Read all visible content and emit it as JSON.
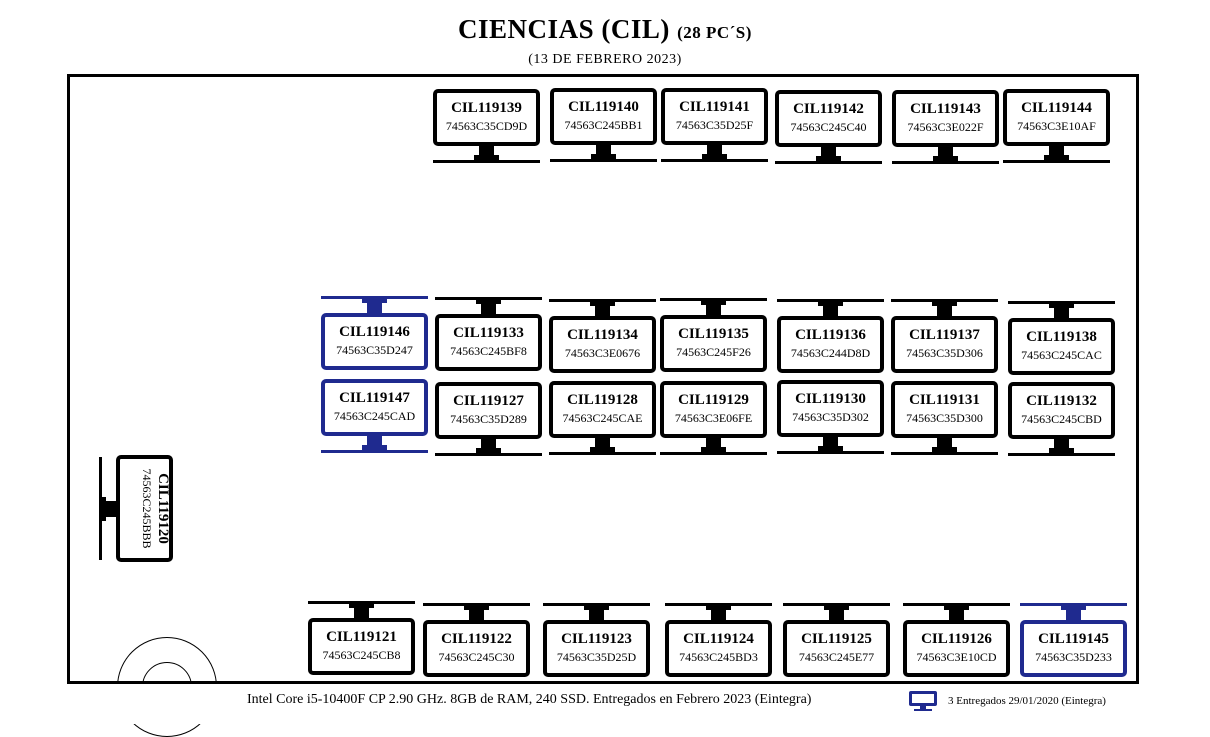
{
  "header": {
    "title": "CIENCIAS (CIL)",
    "title_suffix": "(28 PC´S)",
    "date": "(13 DE FEBRERO 2023)"
  },
  "colors": {
    "standard": "#000000",
    "older": "#1f2a8f"
  },
  "computers": [
    {
      "id": "CIL119139",
      "mac": "74563C35CD9D",
      "orientation": "screen-top"
    },
    {
      "id": "CIL119140",
      "mac": "74563C245BB1",
      "orientation": "screen-top"
    },
    {
      "id": "CIL119141",
      "mac": "74563C35D25F",
      "orientation": "screen-top"
    },
    {
      "id": "CIL119142",
      "mac": "74563C245C40",
      "orientation": "screen-top"
    },
    {
      "id": "CIL119143",
      "mac": "74563C3E022F",
      "orientation": "screen-top"
    },
    {
      "id": "CIL119144",
      "mac": "74563C3E10AF",
      "orientation": "screen-top"
    },
    {
      "id": "CIL119146",
      "mac": "74563C35D247",
      "orientation": "stand-top",
      "older": true
    },
    {
      "id": "CIL119133",
      "mac": "74563C245BF8",
      "orientation": "stand-top"
    },
    {
      "id": "CIL119134",
      "mac": "74563C3E0676",
      "orientation": "stand-top"
    },
    {
      "id": "CIL119135",
      "mac": "74563C245F26",
      "orientation": "stand-top"
    },
    {
      "id": "CIL119136",
      "mac": "74563C244D8D",
      "orientation": "stand-top"
    },
    {
      "id": "CIL119137",
      "mac": "74563C35D306",
      "orientation": "stand-top"
    },
    {
      "id": "CIL119138",
      "mac": "74563C245CAC",
      "orientation": "stand-top"
    },
    {
      "id": "CIL119147",
      "mac": "74563C245CAD",
      "orientation": "screen-top",
      "older": true
    },
    {
      "id": "CIL119127",
      "mac": "74563C35D289",
      "orientation": "screen-top"
    },
    {
      "id": "CIL119128",
      "mac": "74563C245CAE",
      "orientation": "screen-top"
    },
    {
      "id": "CIL119129",
      "mac": "74563C3E06FE",
      "orientation": "screen-top"
    },
    {
      "id": "CIL119130",
      "mac": "74563C35D302",
      "orientation": "screen-top"
    },
    {
      "id": "CIL119131",
      "mac": "74563C35D300",
      "orientation": "screen-top"
    },
    {
      "id": "CIL119132",
      "mac": "74563C245CBD",
      "orientation": "screen-top"
    },
    {
      "id": "CIL119121",
      "mac": "74563C245CB8",
      "orientation": "stand-top"
    },
    {
      "id": "CIL119122",
      "mac": "74563C245C30",
      "orientation": "stand-top"
    },
    {
      "id": "CIL119123",
      "mac": "74563C35D25D",
      "orientation": "stand-top"
    },
    {
      "id": "CIL119124",
      "mac": "74563C245BD3",
      "orientation": "stand-top"
    },
    {
      "id": "CIL119125",
      "mac": "74563C245E77",
      "orientation": "stand-top"
    },
    {
      "id": "CIL119126",
      "mac": "74563C3E10CD",
      "orientation": "stand-top"
    },
    {
      "id": "CIL119145",
      "mac": "74563C35D233",
      "orientation": "stand-top",
      "older": true
    }
  ],
  "teacher_pc": {
    "id": "CIL119120",
    "mac": "74563C245BBB"
  },
  "footer": {
    "specs": "Intel Core i5-10400F CP  2.90 GHz.  8GB  de RAM,  240 SSD.  Entregados  en  Febrero 2023 (Eintegra)",
    "legend_icon": "monitor-icon",
    "legend": "3 Entregados 29/01/2020  (Eintegra)"
  }
}
